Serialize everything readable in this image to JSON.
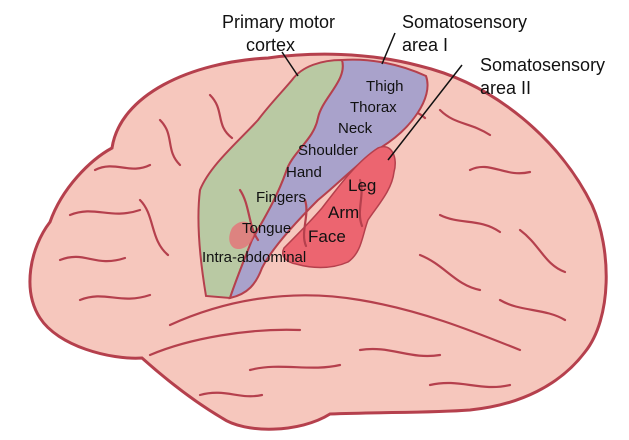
{
  "labels": {
    "primary_motor_line1": "Primary motor",
    "primary_motor_line2": "cortex",
    "somato1_line1": "Somatosensory",
    "somato1_line2": "area I",
    "somato2_line1": "Somatosensory",
    "somato2_line2": "area II"
  },
  "area_I_regions": {
    "thigh": "Thigh",
    "thorax": "Thorax",
    "neck": "Neck",
    "shoulder": "Shoulder",
    "hand": "Hand",
    "fingers": "Fingers",
    "tongue": "Tongue",
    "intra_abdominal": "Intra-abdominal"
  },
  "area_II_regions": {
    "leg": "Leg",
    "arm": "Arm",
    "face": "Face"
  },
  "colors": {
    "brain_fill": "#f6c7bd",
    "brain_outline": "#b5404d",
    "motor_cortex": "#b9c9a3",
    "somatosensory_area_I": "#a9a2cb",
    "somatosensory_area_II": "#ec6570"
  }
}
